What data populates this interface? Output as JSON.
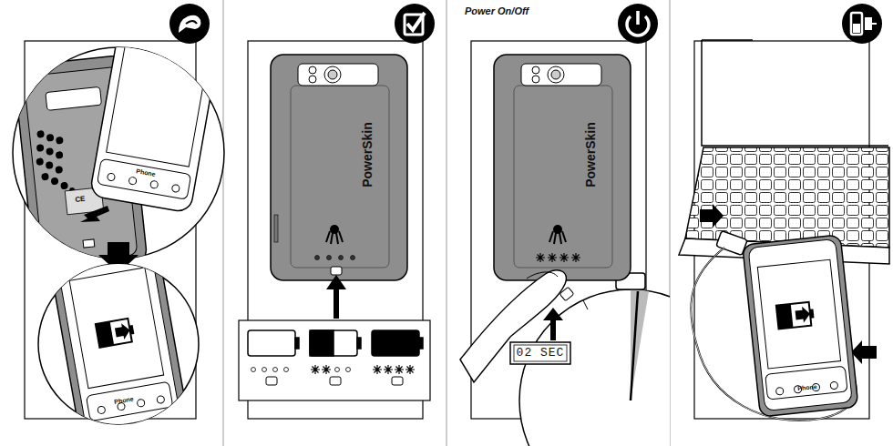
{
  "diagram": {
    "labels": [
      "Power On/Off",
      "CE",
      "Phone",
      "Phone",
      "PowerSkin",
      "PowerSkin",
      "02 SEC",
      "Phone"
    ]
  }
}
